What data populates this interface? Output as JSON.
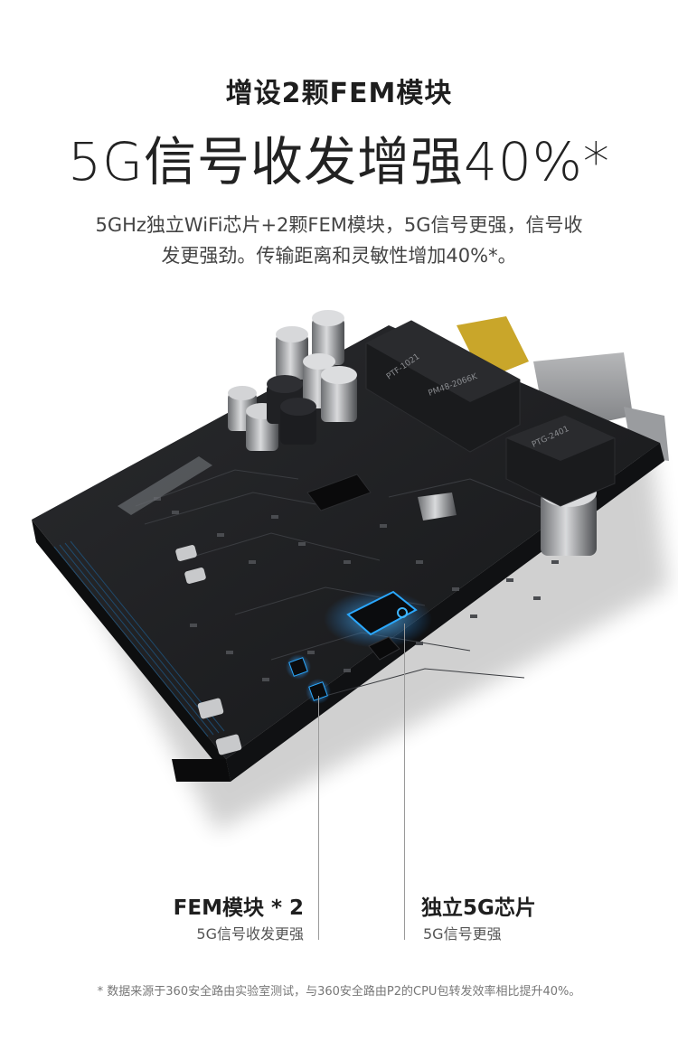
{
  "header": {
    "subtitle": "增设2颗FEM模块",
    "headline": "5G信号收发增强40%*"
  },
  "description": {
    "line1": "5GHz独立WiFi芯片+2颗FEM模块，5G信号更强，信号收",
    "line2": "发更强劲。传输距离和灵敏性增加40%*。"
  },
  "board": {
    "chip_markings": [
      "PTF-1021",
      "PM48-2066K",
      "PTG-2401"
    ],
    "accent_color": "#1e90ff",
    "board_color": "#1b1c1e"
  },
  "callouts": {
    "fem": {
      "title": "FEM模块 * 2",
      "subtitle": "5G信号收发更强"
    },
    "chip": {
      "title": "独立5G芯片",
      "subtitle": "5G信号更强"
    }
  },
  "footnote": "* 数据来源于360安全路由实验室测试，与360安全路由P2的CPU包转发效率相比提升40%。"
}
